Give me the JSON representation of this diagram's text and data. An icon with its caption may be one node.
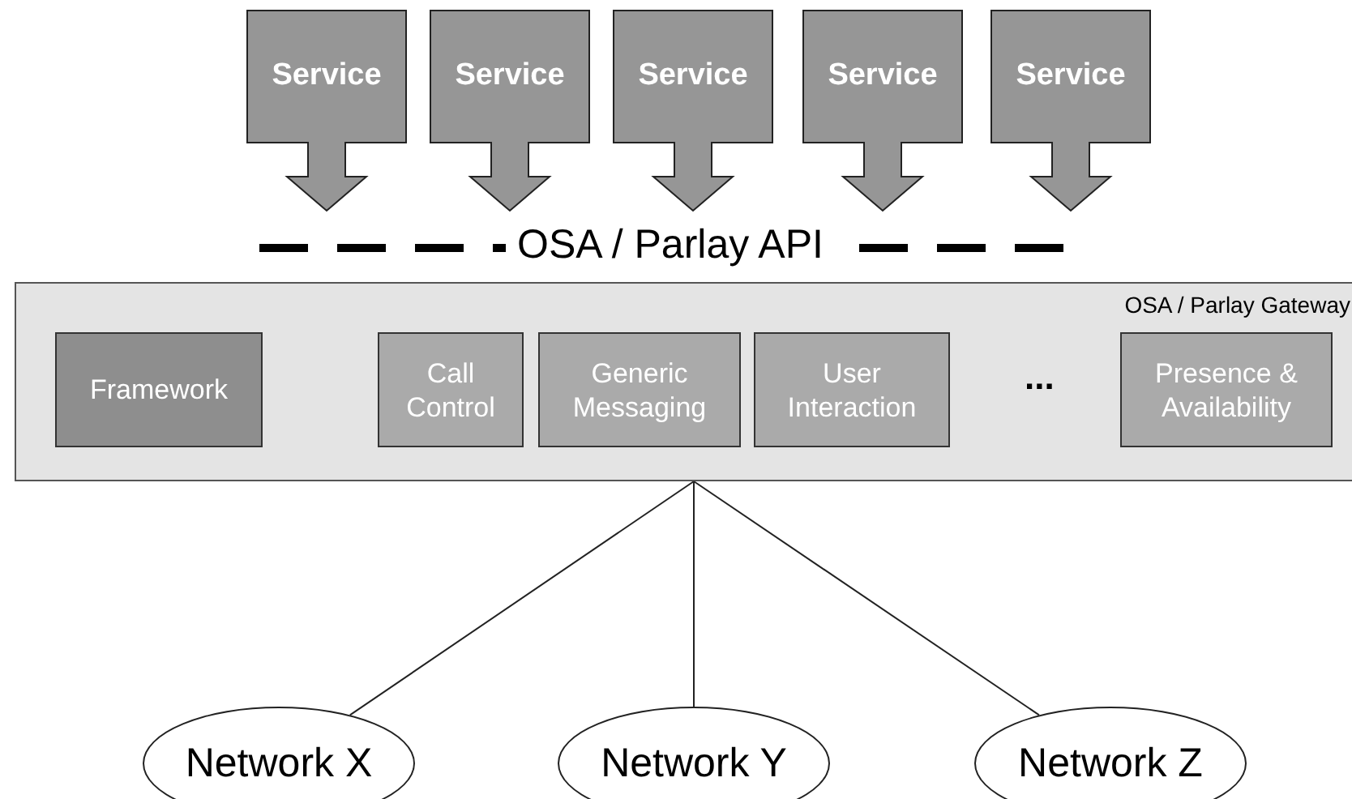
{
  "diagram": {
    "nodes": [
      {
        "text": [
          "Service"
        ]
      },
      {
        "text": [
          "Service"
        ]
      },
      {
        "text": [
          "Service"
        ]
      },
      {
        "text": [
          "Service"
        ]
      },
      {
        "text": [
          "Service"
        ]
      },
      {
        "text": [
          "OSA / Parlay Gateway"
        ]
      },
      {
        "text": [
          "Framework"
        ],
        "in": 5
      },
      {
        "text": [
          "Call Control"
        ],
        "in": 5
      },
      {
        "text": [
          "Generic Messaging"
        ],
        "in": 5
      },
      {
        "text": [
          "User Interaction"
        ],
        "in": 5
      },
      {
        "text": [
          "Presence & Availability"
        ],
        "in": 5
      },
      {
        "text": [
          "Network X"
        ]
      },
      {
        "text": [
          "Network Y"
        ]
      },
      {
        "text": [
          "Network Z"
        ]
      }
    ],
    "edges": [
      {
        "from": 5,
        "to": 11,
        "arrow": "none"
      },
      {
        "from": 5,
        "to": 12,
        "arrow": "none"
      },
      {
        "from": 5,
        "to": 13,
        "arrow": "none"
      }
    ],
    "labels": [
      "OSA / Parlay API",
      "..."
    ]
  }
}
